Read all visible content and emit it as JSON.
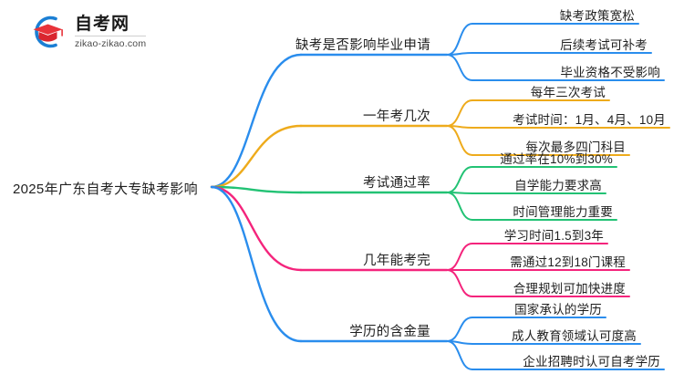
{
  "logo": {
    "title": "自考网",
    "subtitle": "zikao-zikao.com",
    "mark_icon": "graduation-cap-icon",
    "arc_color": "#1b7fd4",
    "cap_color": "#e8333a"
  },
  "mindmap": {
    "root": {
      "label": "2025年广东自考大专缺考影响"
    },
    "branches": [
      {
        "label": "缺考是否影响毕业申请",
        "color": "#2a8ded",
        "children": [
          {
            "label": "缺考政策宽松"
          },
          {
            "label": "后续考试可补考"
          },
          {
            "label": "毕业资格不受影响"
          }
        ]
      },
      {
        "label": "一年考几次",
        "color": "#eeab1c",
        "children": [
          {
            "label": "每年三次考试"
          },
          {
            "label": "考试时间：1月、4月、10月"
          },
          {
            "label": "每次最多四门科目"
          }
        ]
      },
      {
        "label": "考试通过率",
        "color": "#22c274",
        "children": [
          {
            "label": "通过率在10%到30%"
          },
          {
            "label": "自学能力要求高"
          },
          {
            "label": "时间管理能力重要"
          }
        ]
      },
      {
        "label": "几年能考完",
        "color": "#f4247c",
        "children": [
          {
            "label": "学习时间1.5到3年"
          },
          {
            "label": "需通过12到18门课程"
          },
          {
            "label": "合理规划可加快进度"
          }
        ]
      },
      {
        "label": "学历的含金量",
        "color": "#2a8ded",
        "children": [
          {
            "label": "国家承认的学历"
          },
          {
            "label": "成人教育领域认可度高"
          },
          {
            "label": "企业招聘时认可自考学历"
          }
        ]
      }
    ]
  }
}
